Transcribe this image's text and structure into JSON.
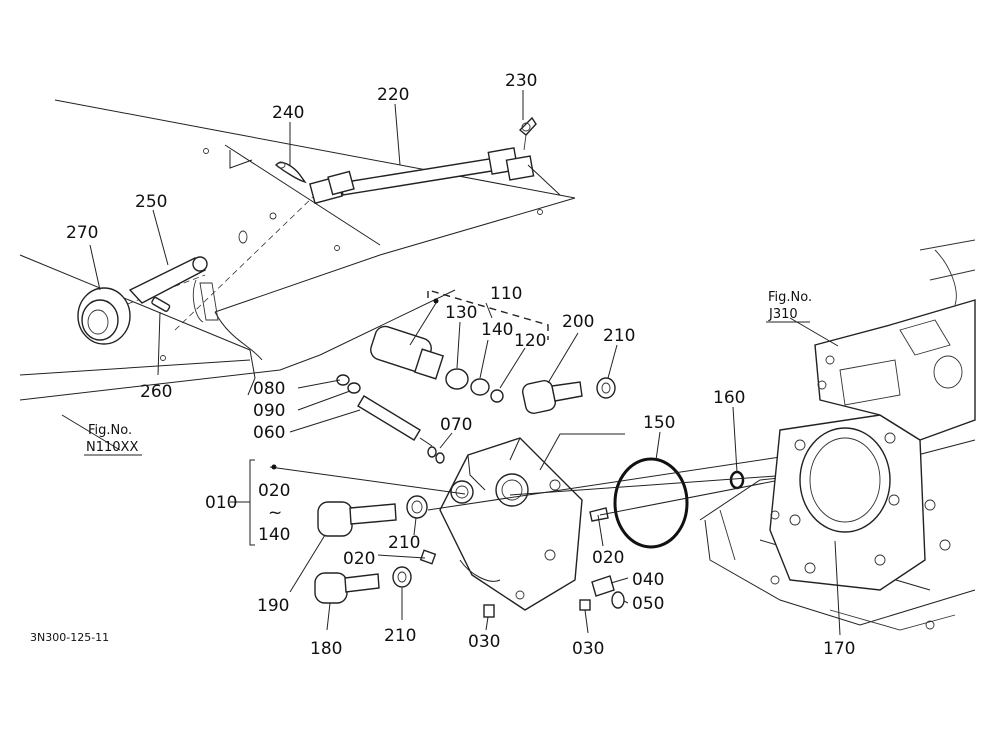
{
  "diagram_code": "3N300-125-11",
  "references": {
    "fig_left_title": "Fig.No.",
    "fig_left_code": "N110XX",
    "fig_right_title": "Fig.No.",
    "fig_right_code": "J310"
  },
  "parts": {
    "p240": "240",
    "p220": "220",
    "p230": "230",
    "p250": "250",
    "p270": "270",
    "p260": "260",
    "p110": "110",
    "p130": "130",
    "p140": "140",
    "p120": "120",
    "p200": "200",
    "p210a": "210",
    "p080": "080",
    "p090": "090",
    "p060": "060",
    "p070": "070",
    "p150": "150",
    "p160": "160",
    "p010": "010",
    "p020a": "020",
    "tilde": "~",
    "p140b": "140",
    "p210b": "210",
    "p020b": "020",
    "p020c": "020",
    "p040": "040",
    "p050": "050",
    "p190": "190",
    "p180": "180",
    "p210c": "210",
    "p030a": "030",
    "p030b": "030",
    "p170": "170"
  }
}
